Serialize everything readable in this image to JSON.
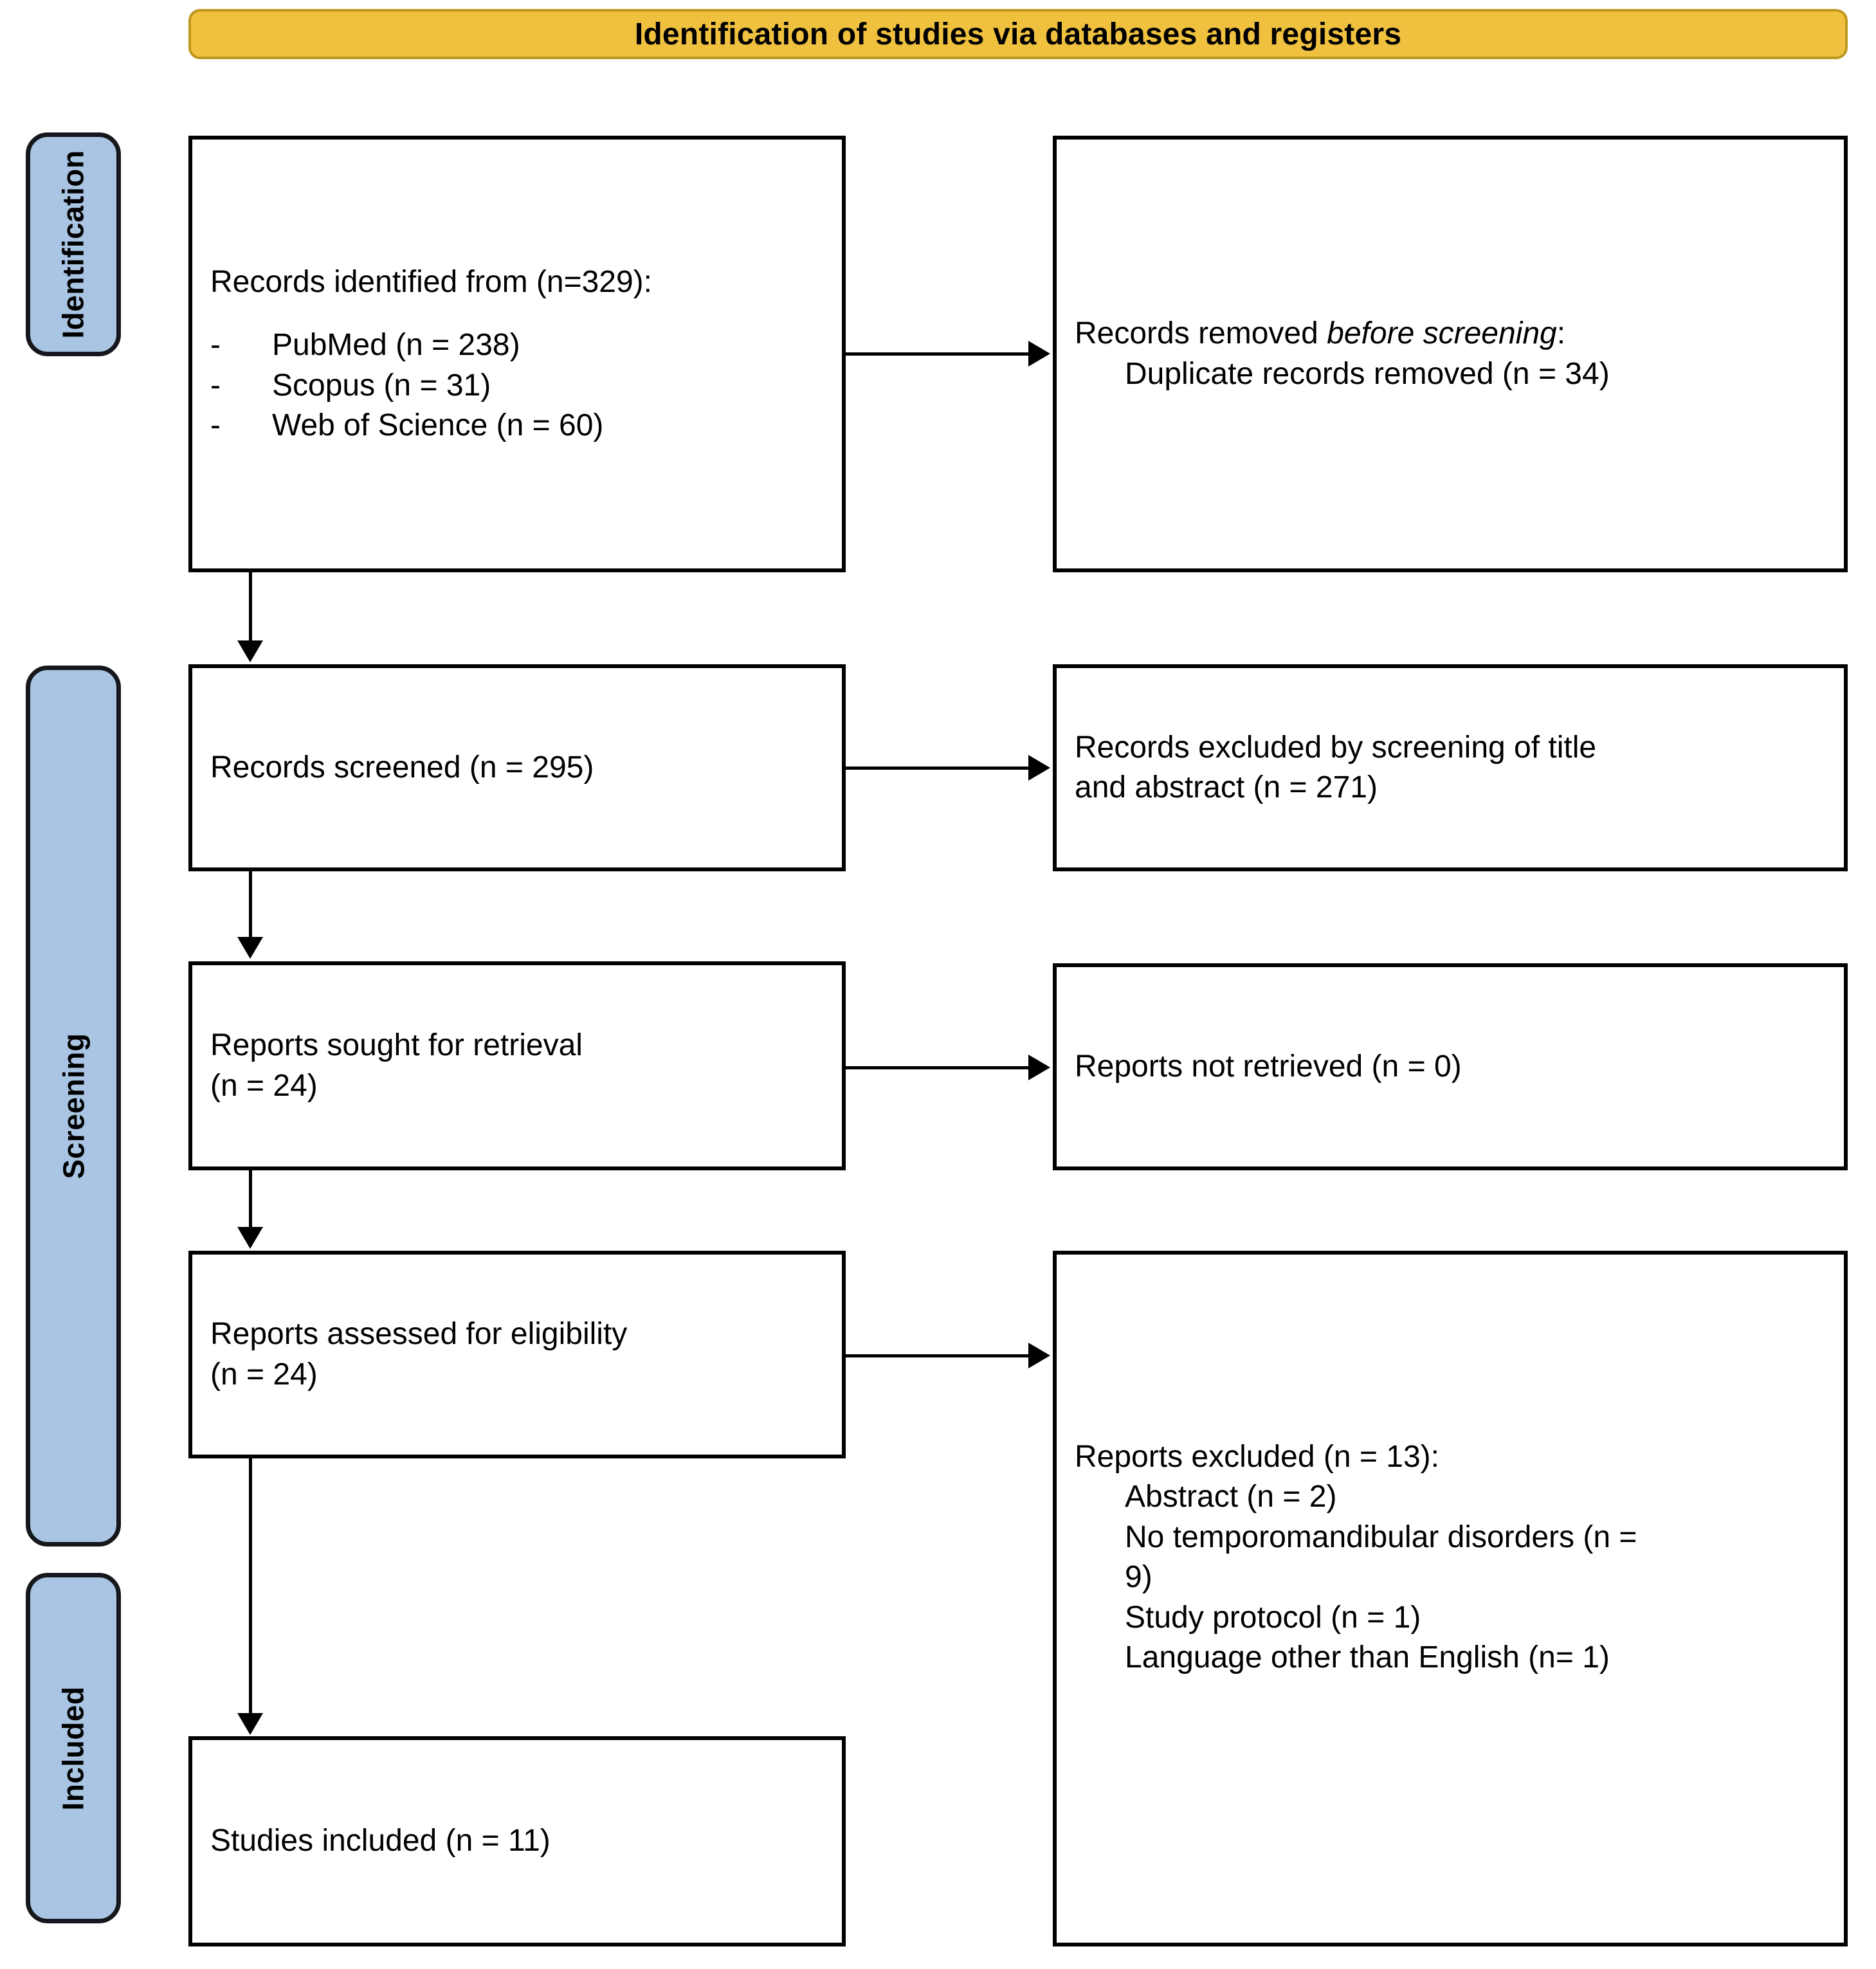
{
  "diagram": {
    "title": "Identification of studies via databases and registers",
    "colors": {
      "banner_fill": "#F0C13F",
      "banner_border": "#BE971F",
      "stage_fill": "#A9C5E3",
      "stage_border": "#15171C",
      "box_border": "#000000",
      "box_fill": "#FFFFFF",
      "text": "#000000"
    }
  },
  "stages": {
    "identification": "Identification",
    "screening": "Screening",
    "included": "Included"
  },
  "boxes": {
    "identified": {
      "heading": "Records identified from (n=329):",
      "sources": [
        {
          "dash": "-",
          "label": "PubMed (n = 238)"
        },
        {
          "dash": "-",
          "label": "Scopus (n = 31)"
        },
        {
          "dash": "-",
          "label": "Web of Science (n = 60)"
        }
      ]
    },
    "removed_before_screening": {
      "line1_prefix": "Records removed ",
      "line1_italic": "before screening",
      "line1_suffix": ":",
      "line2": "Duplicate records removed (n = 34)"
    },
    "records_screened": {
      "line1": "Records screened (n = 295)"
    },
    "records_excluded_screening": {
      "line1": "Records excluded by screening of title",
      "line2": "and abstract (n = 271)"
    },
    "reports_sought": {
      "line1": "Reports sought for retrieval",
      "line2": "(n = 24)"
    },
    "reports_not_retrieved": {
      "line1": "Reports not retrieved (n = 0)"
    },
    "reports_assessed": {
      "line1": "Reports assessed for eligibility",
      "line2": "(n = 24)"
    },
    "reports_excluded": {
      "heading": "Reports excluded (n = 13):",
      "reasons": [
        "Abstract (n = 2)",
        "No temporomandibular disorders (n =",
        "9)",
        "Study protocol (n = 1)",
        "Language other than English (n= 1)"
      ]
    },
    "studies_included": {
      "line1": "Studies included (n = 11)"
    }
  },
  "chart_data": {
    "type": "table",
    "title": "Identification of studies via databases and registers",
    "categories": [
      "Records identified",
      "Duplicate records removed",
      "Records screened",
      "Records excluded by title/abstract",
      "Reports sought for retrieval",
      "Reports not retrieved",
      "Reports assessed for eligibility",
      "Reports excluded",
      "Studies included"
    ],
    "values": [
      329,
      34,
      295,
      271,
      24,
      0,
      24,
      13,
      11
    ],
    "sources": {
      "PubMed": 238,
      "Scopus": 31,
      "Web of Science": 60
    },
    "exclusion_reasons": {
      "Abstract": 2,
      "No temporomandibular disorders": 9,
      "Study protocol": 1,
      "Language other than English": 1
    },
    "stages": [
      "Identification",
      "Screening",
      "Included"
    ]
  }
}
